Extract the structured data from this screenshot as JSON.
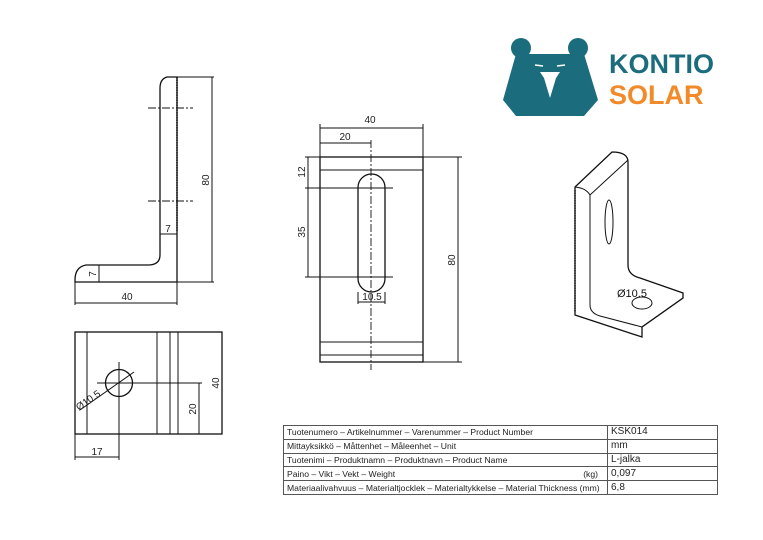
{
  "logo": {
    "line1": "KONTIO",
    "line2": "SOLAR",
    "teal": "#1b6d7e",
    "orange": "#f28a2a"
  },
  "side_view": {
    "height": "80",
    "width": "40",
    "thickness_v": "7",
    "thickness_h": "7"
  },
  "bottom_view": {
    "diameter": "Ø10.5",
    "height": "40",
    "center_y": "20",
    "offset_x": "17"
  },
  "front_view": {
    "width": "40",
    "half_width": "20",
    "height": "80",
    "top_offset": "12",
    "slot_length": "35",
    "slot_width": "10.5"
  },
  "iso_view": {
    "diameter": "Ø10.5"
  },
  "spec_table": {
    "rows": [
      {
        "label": "Tuotenumero – Artikelnummer – Varenummer – Product Number",
        "unit": "",
        "value": "KSK014"
      },
      {
        "label": "Mittayksikkö – Måttenhet – Måleenhet – Unit",
        "unit": "",
        "value": "mm"
      },
      {
        "label": "Tuotenimi – Produktnamn – Produktnavn – Product Name",
        "unit": "",
        "value": "L-jalka"
      },
      {
        "label": "Paino – Vikt – Vekt – Weight",
        "unit": "(kg)",
        "value": "0,097"
      },
      {
        "label": "Materiaalivahvuus – Materialtjocklek – Materialtykkelse – Material Thickness (mm)",
        "unit": "",
        "value": "6,8"
      }
    ]
  }
}
